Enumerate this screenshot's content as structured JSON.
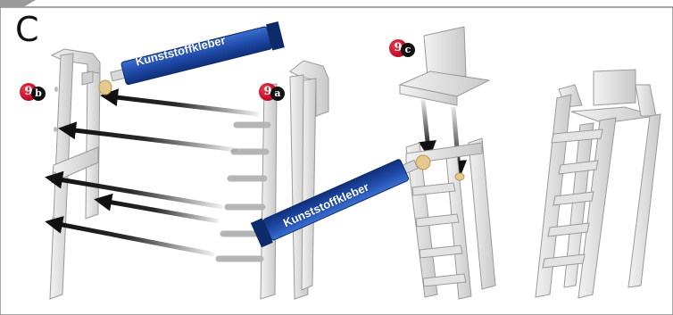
{
  "panel": {
    "letter": "C"
  },
  "steps": {
    "a": {
      "number": "9",
      "sub": "a"
    },
    "b": {
      "number": "9",
      "sub": "b"
    },
    "c": {
      "number": "9",
      "sub": "c"
    }
  },
  "glue_tube": {
    "label": "Kunststoffkleber"
  },
  "colors": {
    "badge_red": "#c8102e",
    "badge_black": "#111111",
    "tube_blue": "#1f4aa8",
    "frame_gray": "#888888",
    "wood_gray": "#e6e6e6",
    "dowel_tan": "#e4c98a"
  }
}
